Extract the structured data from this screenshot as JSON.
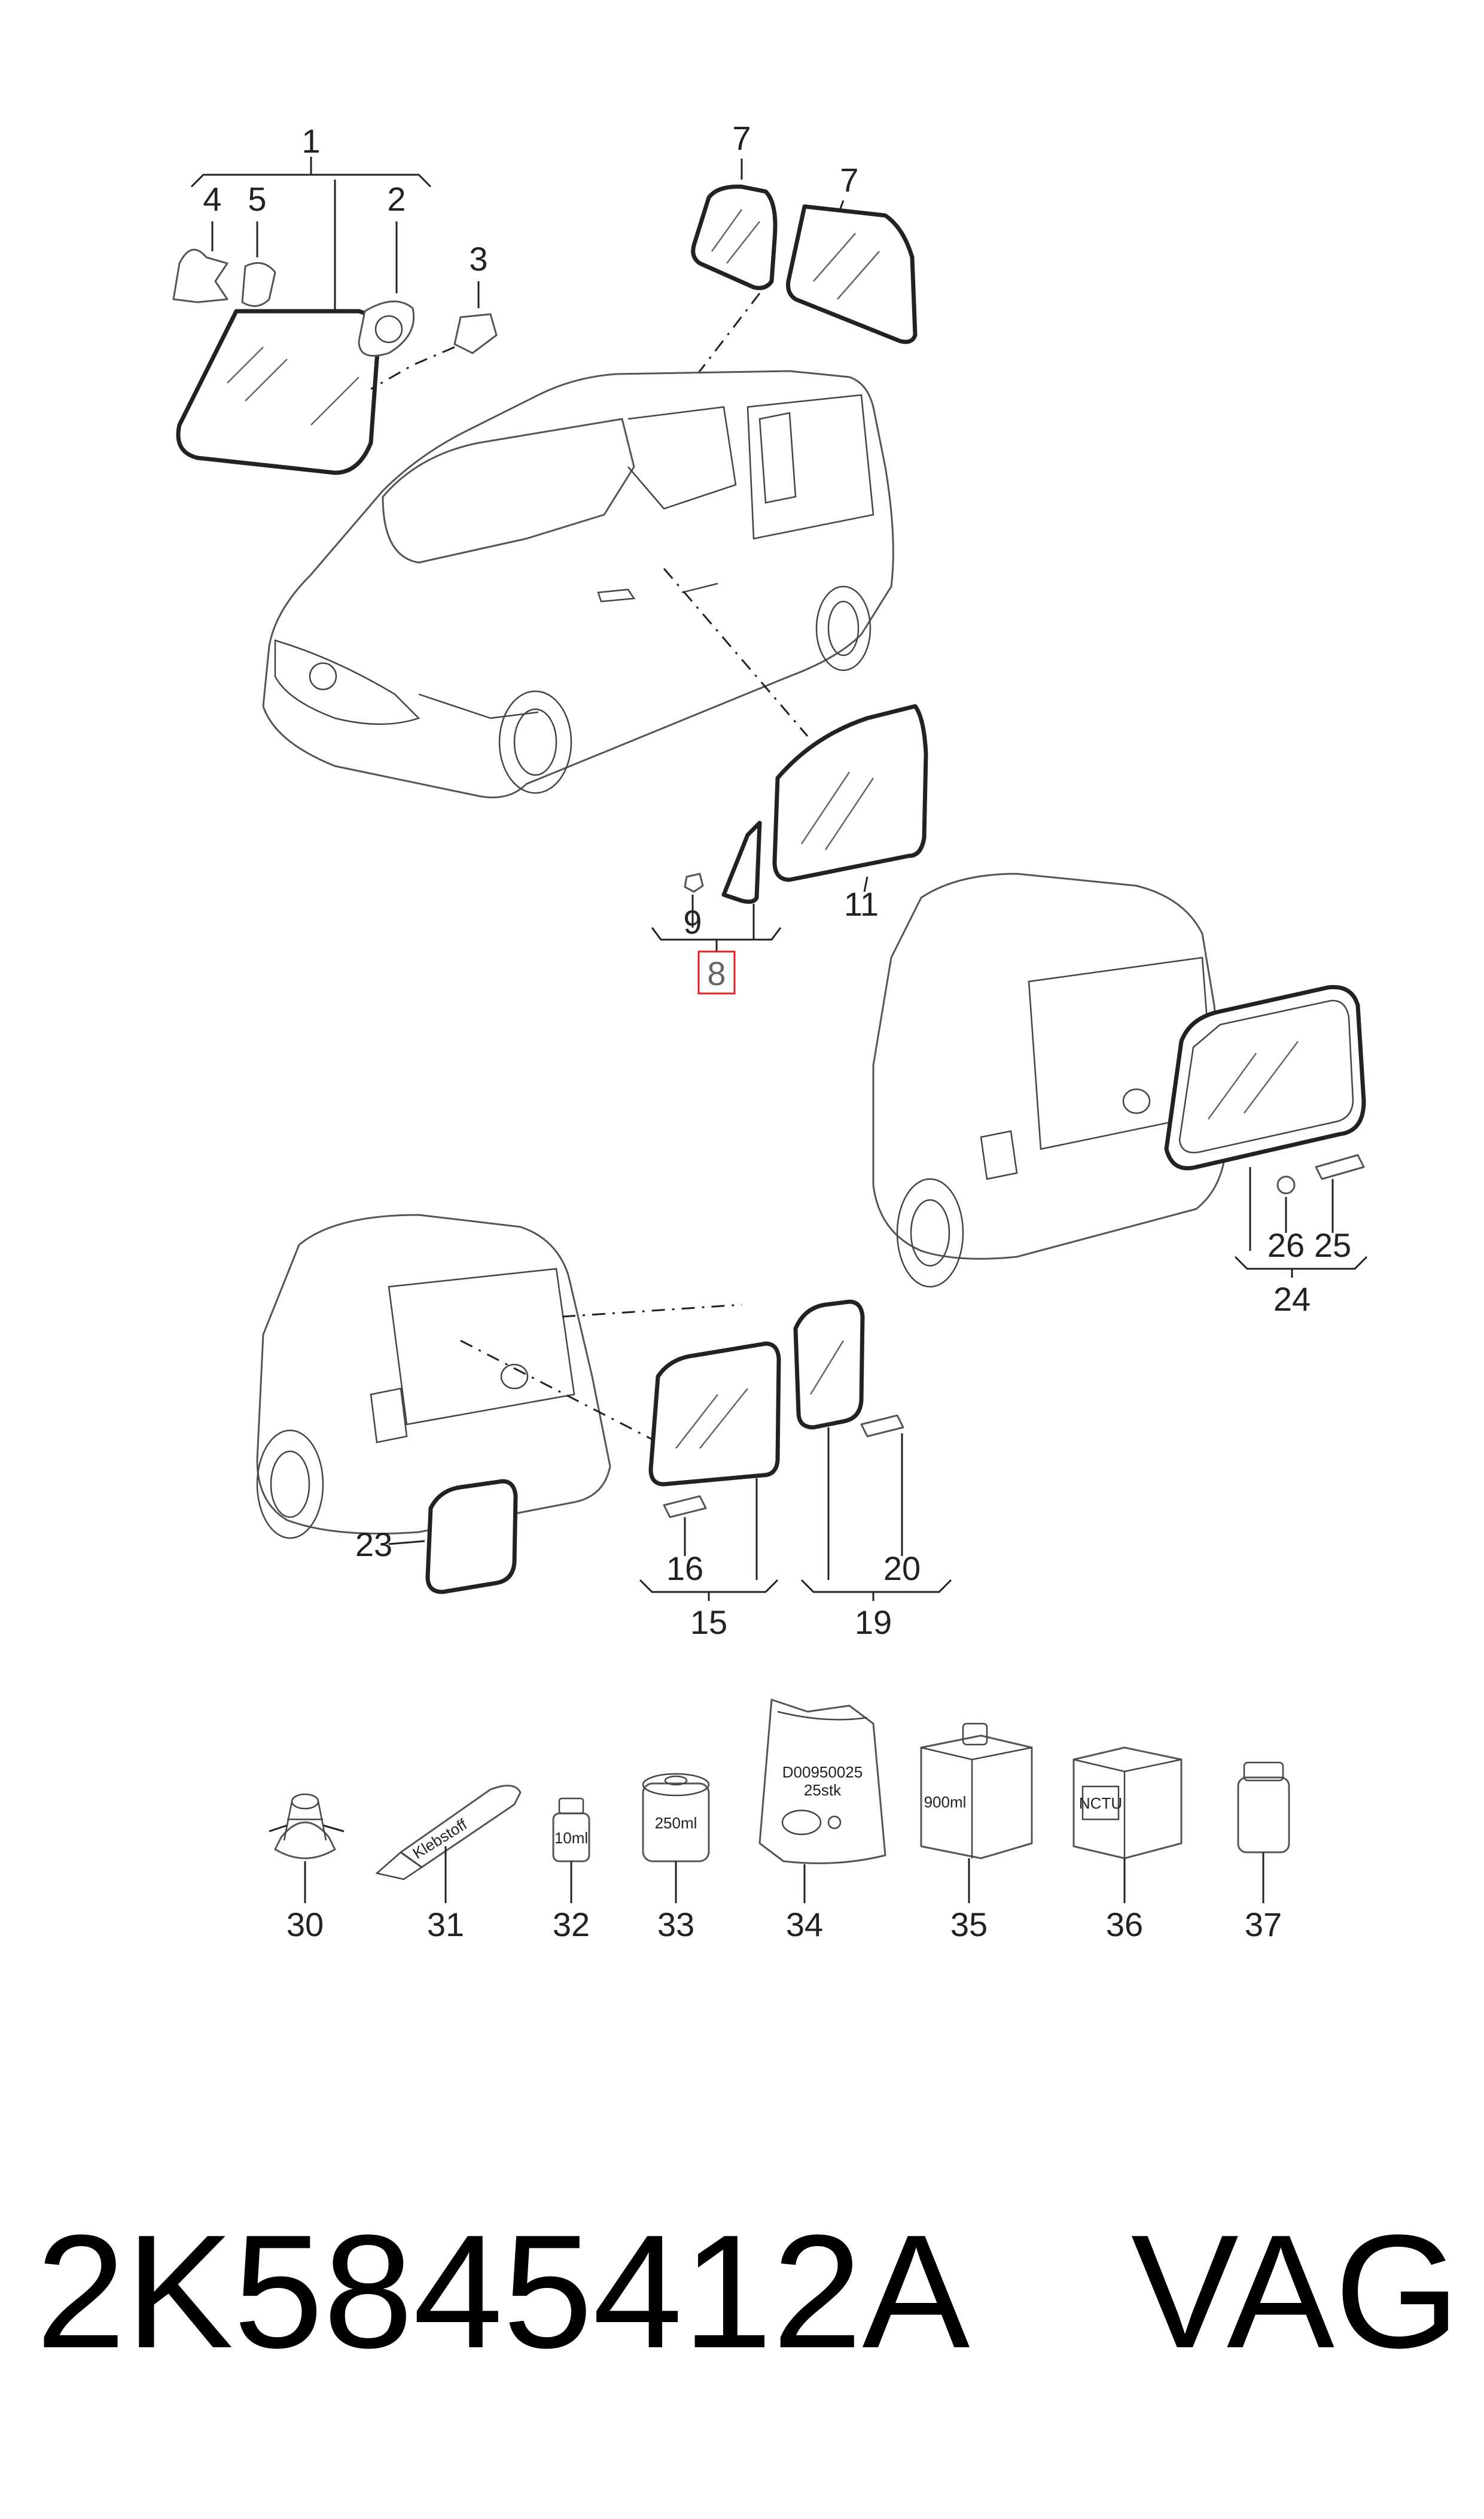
{
  "callouts": {
    "c1": "1",
    "c2": "2",
    "c3": "3",
    "c4": "4",
    "c5": "5",
    "c7a": "7",
    "c7b": "7",
    "c8": "8",
    "c9": "9",
    "c11": "11",
    "c15": "15",
    "c16": "16",
    "c19": "19",
    "c20": "20",
    "c23": "23",
    "c24": "24",
    "c25": "25",
    "c26": "26",
    "c30": "30",
    "c31": "31",
    "c32": "32",
    "c33": "33",
    "c34": "34",
    "c35": "35",
    "c36": "36",
    "c37": "37"
  },
  "product_labels": {
    "tube": "Klebstoff",
    "bottle_small": "10ml",
    "can": "250ml",
    "bag_code": "D00950025",
    "bag_qty": "25stk",
    "box_volume": "900ml",
    "box_logo": "NCTU"
  },
  "highlight": {
    "callout": "8",
    "color": "#e02020"
  },
  "footer": {
    "part_number": "2K5845412A",
    "brand": "VAG"
  }
}
